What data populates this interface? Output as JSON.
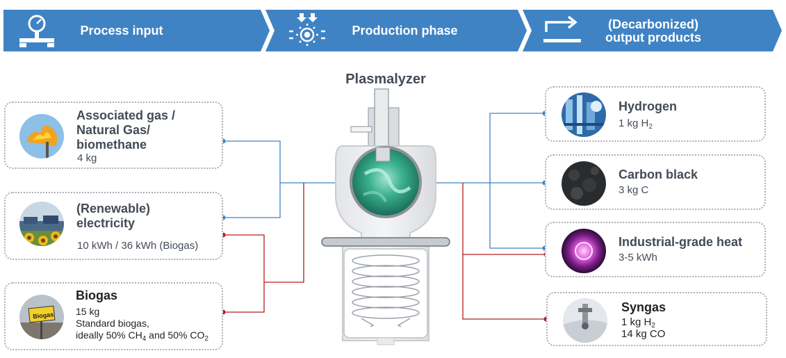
{
  "header": {
    "steps": [
      {
        "label": "Process input",
        "icon": "pressure-gauge-icon"
      },
      {
        "label": "Production phase",
        "icon": "gear-arrows-icon"
      },
      {
        "label": "(Decarbonized) output products",
        "label_line1": "(Decarbonized)",
        "label_line2": "output products",
        "icon": "turn-right-arrow-icon"
      }
    ],
    "color": "#3f83c4"
  },
  "reactor": {
    "title": "Plasmalyzer"
  },
  "inputs": {
    "gas": {
      "title_line1": "Associated gas /",
      "title_line2": "Natural Gas/",
      "title_line3": "biomethane",
      "amount": "4 kg"
    },
    "electricity": {
      "title_line1": "(Renewable)",
      "title_line2": "electricity",
      "amount": "10 kWh / 36 kWh (Biogas)"
    },
    "biogas": {
      "title": "Biogas",
      "amount": "15 kg",
      "note_line1": "Standard biogas,",
      "note_prefix": "ideally 50% CH",
      "note_sub1": "4",
      "note_middle": " and 50% CO",
      "note_sub2": "2",
      "sign_text": "Biogas"
    }
  },
  "outputs": {
    "hydrogen": {
      "title": "Hydrogen",
      "amount_prefix": "1 kg H",
      "amount_sub": "2"
    },
    "carbon_black": {
      "title": "Carbon black",
      "amount": "3 kg C"
    },
    "heat": {
      "title": "Industrial-grade heat",
      "amount": "3-5 kWh"
    },
    "syngas": {
      "title": "Syngas",
      "amount1_prefix": "1 kg H",
      "amount1_sub": "2",
      "amount2": "14 kg CO"
    }
  },
  "colors": {
    "blue_line": "#3f83c4",
    "red_line": "#b71c1c",
    "plasma": "#2fa386",
    "heat_glow": "#d44fd0"
  }
}
